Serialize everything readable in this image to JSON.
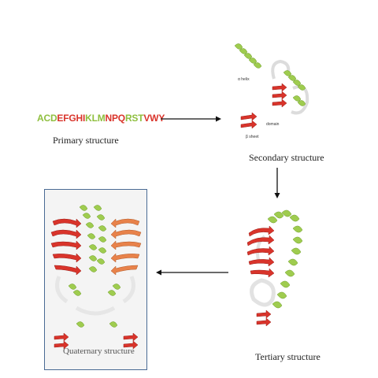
{
  "sequence": {
    "letters": [
      {
        "ch": "A",
        "color": "#8fbf3f"
      },
      {
        "ch": "C",
        "color": "#8fbf3f"
      },
      {
        "ch": "D",
        "color": "#8fbf3f"
      },
      {
        "ch": "E",
        "color": "#d9342b"
      },
      {
        "ch": "F",
        "color": "#d9342b"
      },
      {
        "ch": "G",
        "color": "#d9342b"
      },
      {
        "ch": "H",
        "color": "#d9342b"
      },
      {
        "ch": "I",
        "color": "#d9342b"
      },
      {
        "ch": "K",
        "color": "#8fbf3f"
      },
      {
        "ch": "L",
        "color": "#8fbf3f"
      },
      {
        "ch": "M",
        "color": "#8fbf3f"
      },
      {
        "ch": "N",
        "color": "#d9342b"
      },
      {
        "ch": "P",
        "color": "#d9342b"
      },
      {
        "ch": "Q",
        "color": "#d9342b"
      },
      {
        "ch": "R",
        "color": "#8fbf3f"
      },
      {
        "ch": "S",
        "color": "#8fbf3f"
      },
      {
        "ch": "T",
        "color": "#8fbf3f"
      },
      {
        "ch": "V",
        "color": "#d9342b"
      },
      {
        "ch": "W",
        "color": "#d9342b"
      },
      {
        "ch": "Y",
        "color": "#d9342b"
      }
    ]
  },
  "captions": {
    "primary": "Primary structure",
    "secondary": "Secondary structure",
    "tertiary": "Tertiary structure",
    "quaternary": "Quaternary structure"
  },
  "labels": {
    "alpha_helix": "α helix",
    "domain": "domain",
    "beta_sheet": "β sheet"
  },
  "colors": {
    "helix": "#8fbf3f",
    "sheet": "#d9342b",
    "sheet_orange": "#e8824a",
    "coil": "#e8e8e8",
    "arrow": "#111111",
    "box_border": "#4a6a94"
  }
}
